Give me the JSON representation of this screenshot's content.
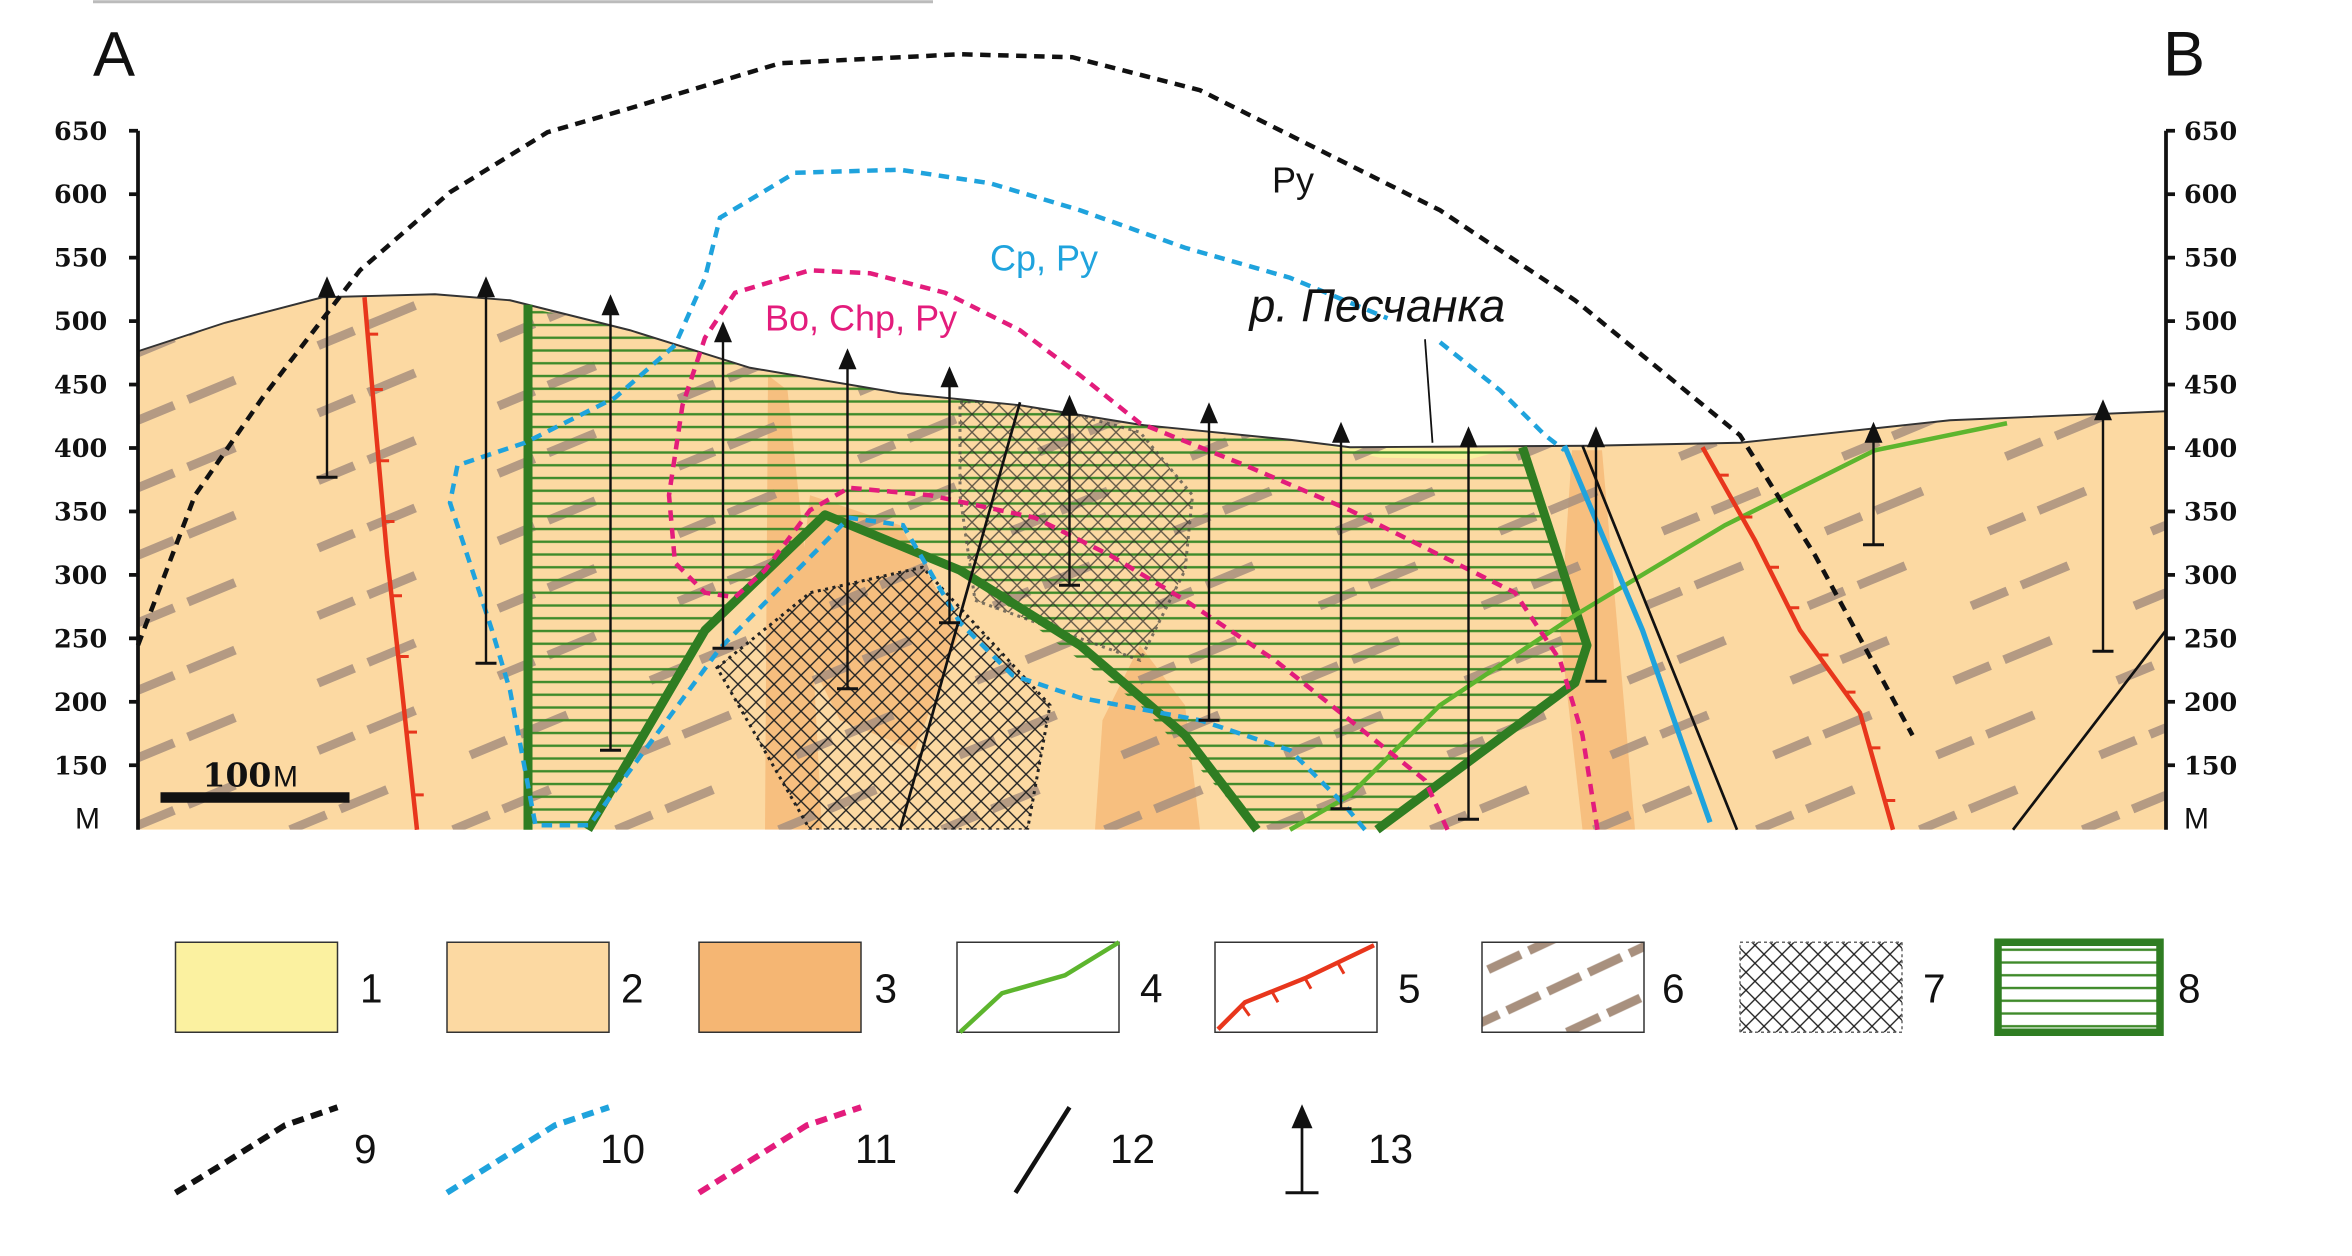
{
  "section": {
    "start_label": "A",
    "end_label": "B"
  },
  "axis": {
    "ticks": [
      "650",
      "600",
      "550",
      "500",
      "450",
      "400",
      "350",
      "300",
      "250",
      "200",
      "150"
    ],
    "unit": "М"
  },
  "scale_bar": {
    "value": "100",
    "unit": "М"
  },
  "annotations": {
    "py": "Py",
    "cp_py": "Cp, Py",
    "bo_chp_py": "Bo, Chp, Py",
    "river": "р. Песчанка"
  },
  "legend": {
    "items": [
      "1",
      "2",
      "3",
      "4",
      "5",
      "6",
      "7",
      "8",
      "9",
      "10",
      "11",
      "12",
      "13"
    ]
  },
  "colors": {
    "unit1": "#fbf1a0",
    "unit2": "#fcd9a2",
    "unit3": "#f5b673",
    "green_line": "#5db52e",
    "red_fault": "#e8361c",
    "stripes": "#a8907e",
    "ore_zone": "#2f7d22",
    "py_contour": "#111111",
    "cp_contour": "#1fa3dd",
    "bo_contour": "#e31c7c"
  }
}
